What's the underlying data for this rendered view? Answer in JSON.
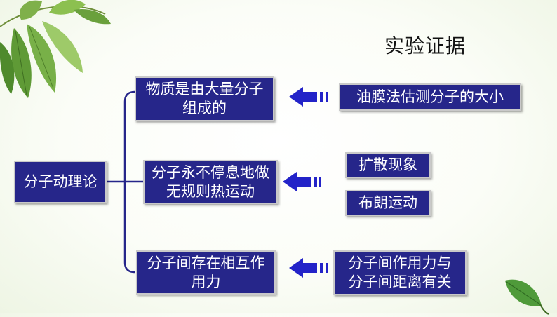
{
  "title": "实验证据",
  "root": {
    "label": "分子动理论"
  },
  "branches": [
    {
      "label": "物质是由大量分子\n组成的"
    },
    {
      "label": "分子永不停息地做\n无规则热运动"
    },
    {
      "label": "分子间存在相互作\n用力"
    }
  ],
  "evidence": [
    {
      "label": "油膜法估测分子的大小"
    },
    {
      "label": "扩散现象"
    },
    {
      "label": "布朗运动"
    },
    {
      "label": "分子间作用力与\n分子间距离有关"
    }
  ],
  "colors": {
    "box_fill": "#26268a",
    "arrow": "#2323c8",
    "connector": "#26268a"
  },
  "icons": [
    "leaf-decoration-top-left",
    "leaf-decoration-bottom-right"
  ]
}
